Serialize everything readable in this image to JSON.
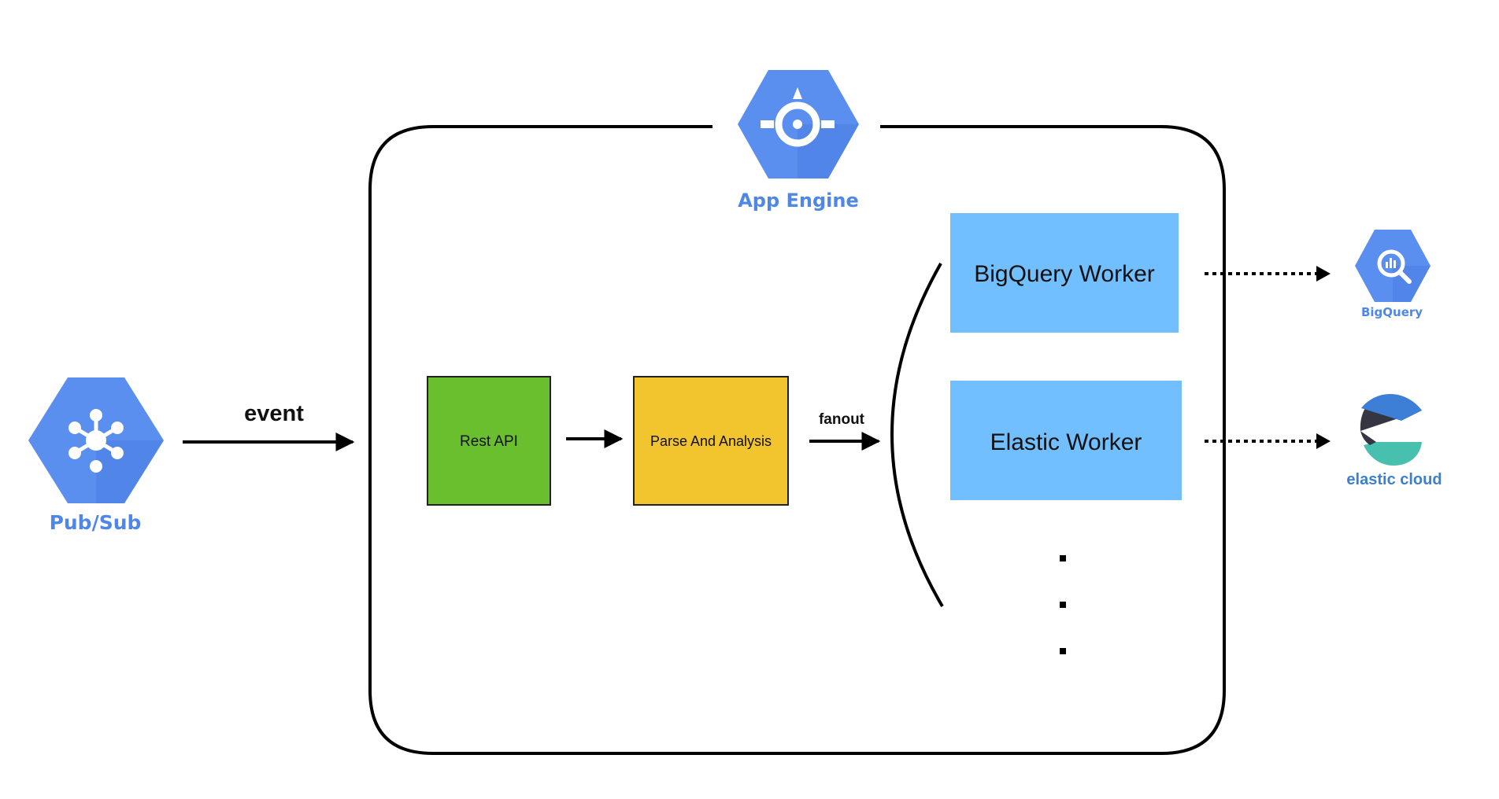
{
  "services": {
    "pubsub": {
      "label": "Pub/Sub",
      "icon": "pubsub-icon"
    },
    "app_engine": {
      "label": "App Engine",
      "icon": "app-engine-icon"
    },
    "bigquery": {
      "label": "BigQuery",
      "icon": "bigquery-icon"
    },
    "elastic": {
      "label": "elastic cloud",
      "icon": "elastic-cloud-logo"
    }
  },
  "nodes": {
    "rest_api": "Rest API",
    "parse_analysis": "Parse And Analysis",
    "bigquery_worker": "BigQuery Worker",
    "elastic_worker": "Elastic Worker"
  },
  "edges": {
    "event": "event",
    "fanout": "fanout"
  },
  "colors": {
    "gcp_blue": "#5a8ff0",
    "gcp_label": "#4f87e8",
    "rest_api_fill": "#6abf2e",
    "parse_fill": "#f2c52f",
    "worker_fill": "#72bfff",
    "elastic_dark": "#343741",
    "elastic_blue": "#3d7fd6",
    "elastic_teal": "#48c0b0"
  }
}
